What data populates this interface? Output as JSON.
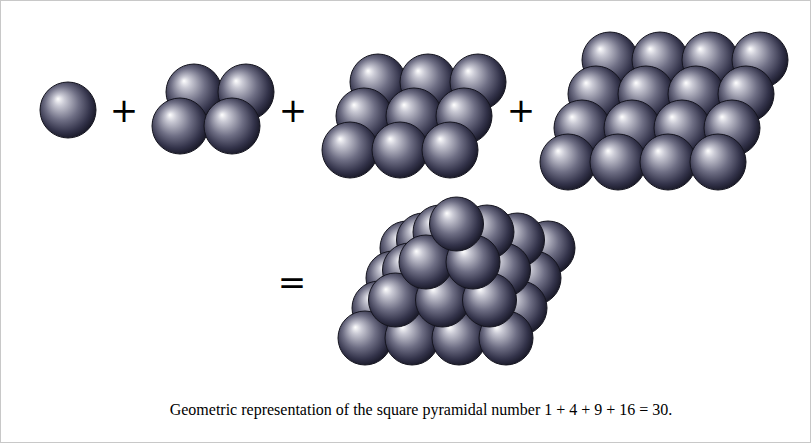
{
  "diagram": {
    "caption": "Geometric representation of the square pyramidal number 1 + 4 + 9 + 16 = 30.",
    "labels": [
      "+",
      "+",
      "+",
      "="
    ]
  }
}
